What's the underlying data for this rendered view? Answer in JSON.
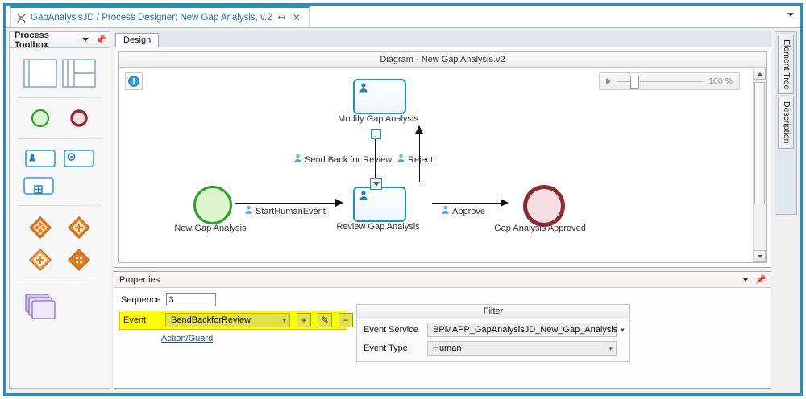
{
  "window": {
    "tab_title": "GapAnalysisJD / Process Designer: New Gap Analysis, v.2",
    "tab_pin_icon": "pin-icon",
    "tab_close_icon": "close-icon",
    "header_chevron_icon": "chevron-down-icon"
  },
  "toolbox": {
    "title": "Process Toolbox",
    "chevron_icon": "chevron-down-icon",
    "pin_icon": "pin-icon",
    "items": [
      {
        "name": "pool-tool",
        "icon": "pool-icon"
      },
      {
        "name": "lane-tool",
        "icon": "lane-icon"
      },
      {
        "name": "start-event-tool",
        "icon": "start-event-icon"
      },
      {
        "name": "end-event-tool",
        "icon": "end-event-icon"
      },
      {
        "name": "human-task-tool",
        "icon": "human-task-icon"
      },
      {
        "name": "service-task-tool",
        "icon": "service-task-icon"
      },
      {
        "name": "system-task-tool",
        "icon": "system-task-icon"
      },
      {
        "name": "exclusive-gateway-tool",
        "icon": "exclusive-gateway-icon"
      },
      {
        "name": "parallel-gateway-tool",
        "icon": "parallel-gateway-icon"
      },
      {
        "name": "inclusive-gateway-tool",
        "icon": "inclusive-gateway-icon"
      },
      {
        "name": "complex-gateway-tool",
        "icon": "complex-gateway-icon"
      },
      {
        "name": "subprocess-tool",
        "icon": "subprocess-stack-icon"
      }
    ]
  },
  "designer": {
    "tabs": [
      {
        "label": "Design",
        "active": true
      }
    ],
    "canvas_caption": "Diagram - New Gap Analysis.v2",
    "info_icon": "info-icon",
    "zoom": {
      "value": "100 %",
      "play_icon": "play-icon"
    },
    "scroll": {
      "up_icon": "scroll-up-icon",
      "down_icon": "scroll-down-icon"
    }
  },
  "diagram": {
    "nodes": [
      {
        "id": "start",
        "label": "New Gap Analysis",
        "type": "start-event"
      },
      {
        "id": "review",
        "label": "Review Gap Analysis",
        "type": "human-task"
      },
      {
        "id": "modify",
        "label": "Modify Gap Analysis",
        "type": "human-task"
      },
      {
        "id": "approved",
        "label": "Gap Analysis Approved",
        "type": "end-event"
      }
    ],
    "edges": [
      {
        "id": "start-to-review",
        "label": "StartHumanEvent",
        "icon": "human-event-icon"
      },
      {
        "id": "review-to-modify",
        "label": "Send Back for Review",
        "icon": "human-event-icon",
        "selected": true
      },
      {
        "id": "modify-to-review",
        "label": "Reject",
        "icon": "human-event-icon"
      },
      {
        "id": "review-to-approved",
        "label": "Approve",
        "icon": "human-event-icon"
      }
    ]
  },
  "properties": {
    "title": "Properties",
    "chevron_icon": "chevron-down-icon",
    "pin_icon": "pin-icon",
    "sequence_label": "Sequence",
    "sequence_value": "3",
    "event_label": "Event",
    "event_value": "SendBackforReview",
    "event_add_label": "+",
    "event_edit_label": "✎",
    "event_remove_label": "−",
    "action_guard_link": "Action/Guard",
    "filter": {
      "title": "Filter",
      "event_service_label": "Event Service",
      "event_service_value": "BPMAPP_GapAnalysisJD_New_Gap_Analysis",
      "event_type_label": "Event Type",
      "event_type_value": "Human"
    }
  },
  "right_tabs": [
    {
      "label": "Element Tree"
    },
    {
      "label": "Description"
    }
  ],
  "colors": {
    "accent": "#1a8fd6",
    "start": "#2aa22a",
    "end": "#8e2a34",
    "gateway": "#e07b1e",
    "highlight": "#ffff00"
  }
}
